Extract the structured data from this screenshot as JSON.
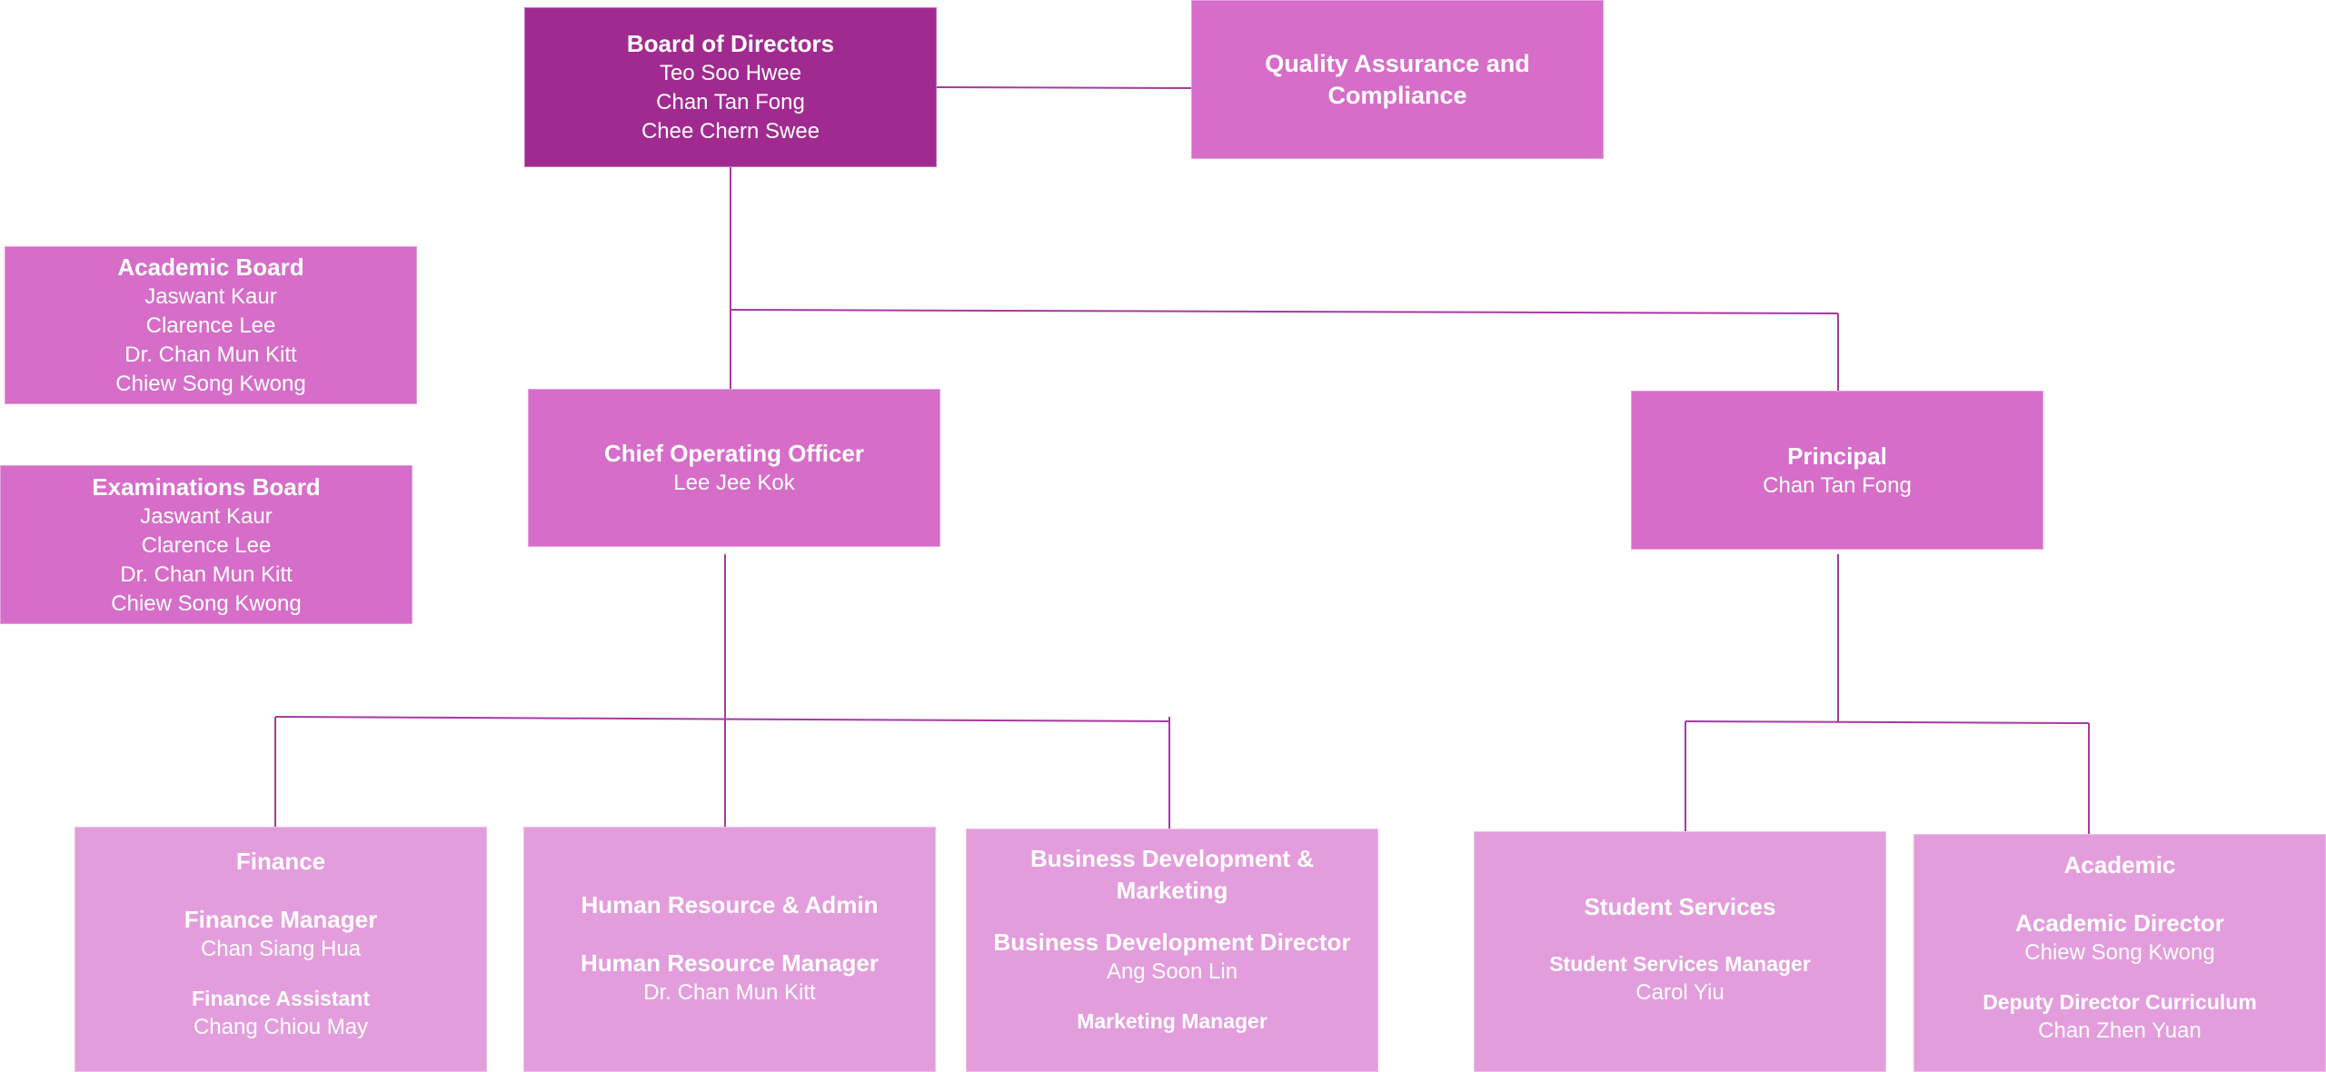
{
  "colors": {
    "top_level": "#a02a90",
    "second_level": "#d66dc8",
    "department": "#e39ddc",
    "connector": "#a63aa0",
    "text": "#ffffff"
  },
  "board_of_directors": {
    "title": "Board of Directors",
    "members": [
      "Teo Soo Hwee",
      "Chan Tan Fong",
      "Chee Chern Swee"
    ]
  },
  "quality_assurance": {
    "title": "Quality Assurance and Compliance"
  },
  "academic_board": {
    "title": "Academic Board",
    "members": [
      "Jaswant Kaur",
      "Clarence Lee",
      "Dr. Chan Mun Kitt",
      "Chiew Song Kwong"
    ]
  },
  "examinations_board": {
    "title": "Examinations Board",
    "members": [
      "Jaswant Kaur",
      "Clarence Lee",
      "Dr. Chan Mun Kitt",
      "Chiew Song Kwong"
    ]
  },
  "coo": {
    "title": "Chief Operating Officer",
    "name": "Lee Jee Kok"
  },
  "principal": {
    "title": "Principal",
    "name": "Chan Tan Fong"
  },
  "departments": {
    "finance": {
      "title": "Finance",
      "roles": [
        {
          "role": "Finance Manager",
          "name": "Chan Siang Hua"
        },
        {
          "role": "Finance Assistant",
          "name": "Chang Chiou May"
        }
      ]
    },
    "hr": {
      "title": "Human Resource & Admin",
      "roles": [
        {
          "role": "Human Resource Manager",
          "name": "Dr. Chan Mun Kitt"
        }
      ]
    },
    "bizdev": {
      "title": "Business Development & Marketing",
      "roles": [
        {
          "role": "Business Development Director",
          "name": "Ang Soon Lin"
        },
        {
          "role": "Marketing Manager"
        }
      ]
    },
    "student_services": {
      "title": "Student Services",
      "roles": [
        {
          "role": "Student Services Manager",
          "name": "Carol Yiu"
        }
      ]
    },
    "academic": {
      "title": "Academic",
      "roles": [
        {
          "role": "Academic Director",
          "name": "Chiew Song Kwong"
        },
        {
          "role": "Deputy Director Curriculum",
          "name": "Chan Zhen Yuan"
        }
      ]
    }
  }
}
